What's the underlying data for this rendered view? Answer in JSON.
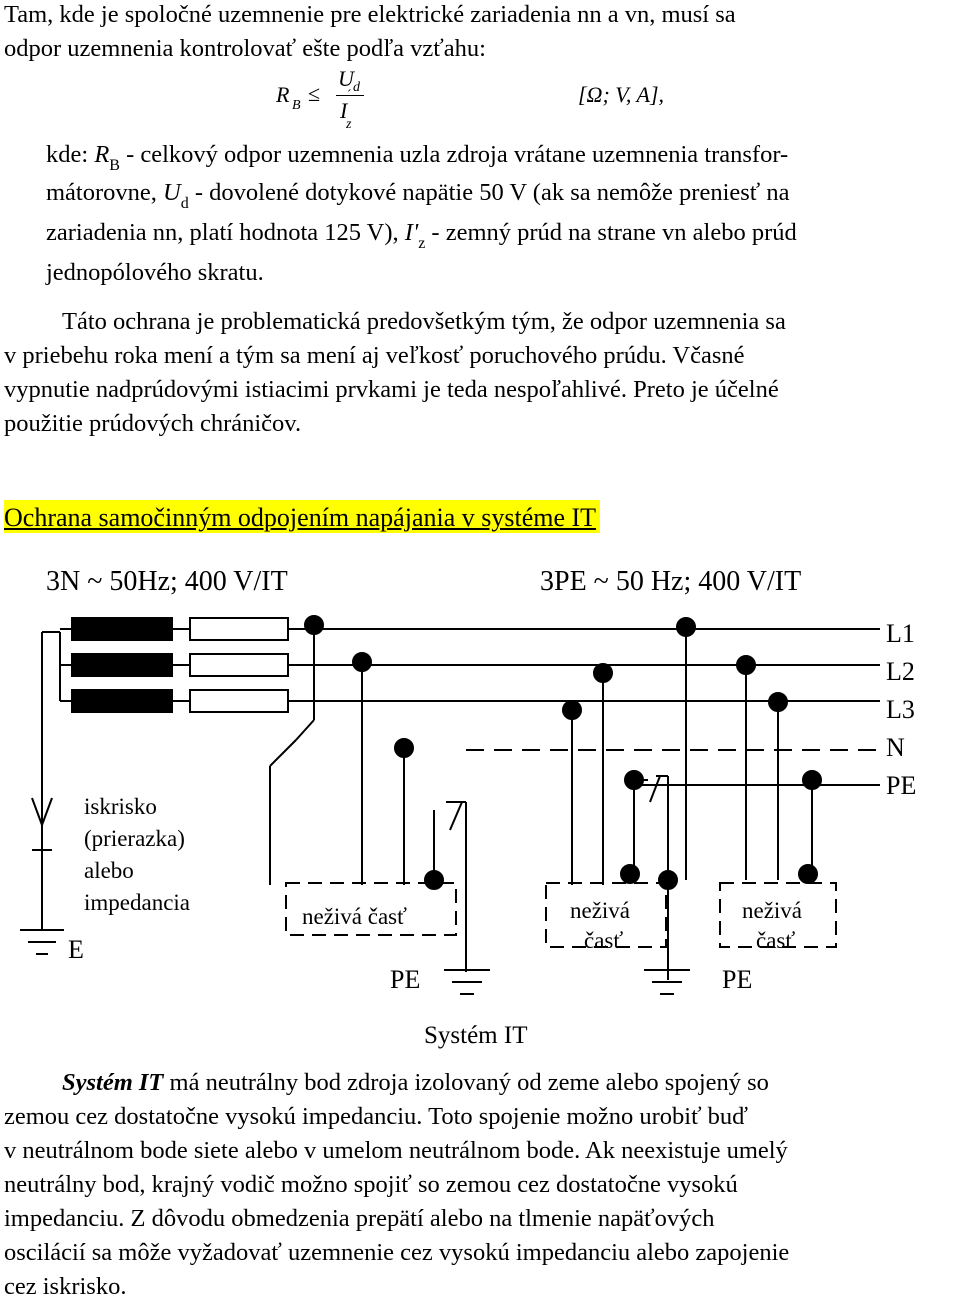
{
  "intro": {
    "line1": "Tam, kde je spoločné uzemnenie pre elektrické zariadenia nn a vn, musí sa",
    "line2": "odpor uzemnenia kontrolovať ešte podľa vzťahu:"
  },
  "formula": {
    "lhs": "R",
    "lhs_sub": "B",
    "relation": "≤",
    "numerator": "U",
    "numerator_sub": "d",
    "denominator": "I",
    "denominator_sub": "z",
    "prime": "´",
    "units": "[Ω; V, A],"
  },
  "definitions": {
    "l1_prefix": "kde: ",
    "l1_sym": "R",
    "l1_sub": "B",
    "l1_text": " - celkový odpor uzemnenia uzla zdroja vrátane uzemnenia transfor-",
    "l2_prefix": "mátorovne, ",
    "l2_sym": "U",
    "l2_sub": "d",
    "l2_text": " - dovolené dotykové napätie 50 V (ak sa nemôže preniesť na",
    "l3_text": "zariadenia nn, platí hodnota 125 V), ",
    "l3_sym": "I'",
    "l3_sub": "z",
    "l3_rest": " - zemný prúd na strane vn alebo prúd",
    "l4": "jednopólového skratu."
  },
  "paragraph1": {
    "line1": "Táto ochrana je problematická predovšetkým tým, že odpor uzemnenia sa",
    "line2": "v priebehu roka mení a tým sa mení aj veľkosť poruchového prúdu. Včasné",
    "line3": "vypnutie nadprúdovými istiacimi prvkami je teda nespoľahlivé. Preto je účelné",
    "line4": "použitie prúdových chráničov."
  },
  "section_heading": "Ochrana samočinným odpojením napájania v systéme IT",
  "diagram": {
    "left_title": "3N ~ 50Hz; 400 V/IT",
    "right_title": "3PE ~ 50 Hz; 400 V/IT",
    "conductors": [
      "L1",
      "L2",
      "L3",
      "N",
      "PE"
    ],
    "spark_gap_lines": [
      "iskrisko",
      "(prierazka)",
      "alebo",
      "impedancia"
    ],
    "earth_label": "E",
    "dead_part_1": "neživá časť",
    "dead_part_2a": "neživá",
    "dead_part_2b": "časť",
    "dead_part_3a": "neživá",
    "dead_part_3b": "časť",
    "pe_label_1": "PE",
    "pe_label_2": "PE",
    "caption": "Systém IT"
  },
  "paragraph2": {
    "lead": "Systém IT",
    "line1_rest": " má neutrálny bod zdroja izolovaný od zeme alebo spojený so",
    "line2": "zemou cez dostatočne vysokú impedanciu. Toto spojenie možno urobiť buď",
    "line3": "v neutrálnom bode siete alebo v umelom neutrálnom bode. Ak neexistuje umelý",
    "line4": "neutrálny bod, krajný vodič možno spojiť so zemou cez dostatočne vysokú",
    "line5": "impedanciu. Z dôvodu obmedzenia prepätí alebo na tlmenie napäťových",
    "line6": "oscilácií sa môže vyžadovať uzemnenie cez vysokú impedanciu alebo zapojenie",
    "line7": "cez iskrisko."
  }
}
